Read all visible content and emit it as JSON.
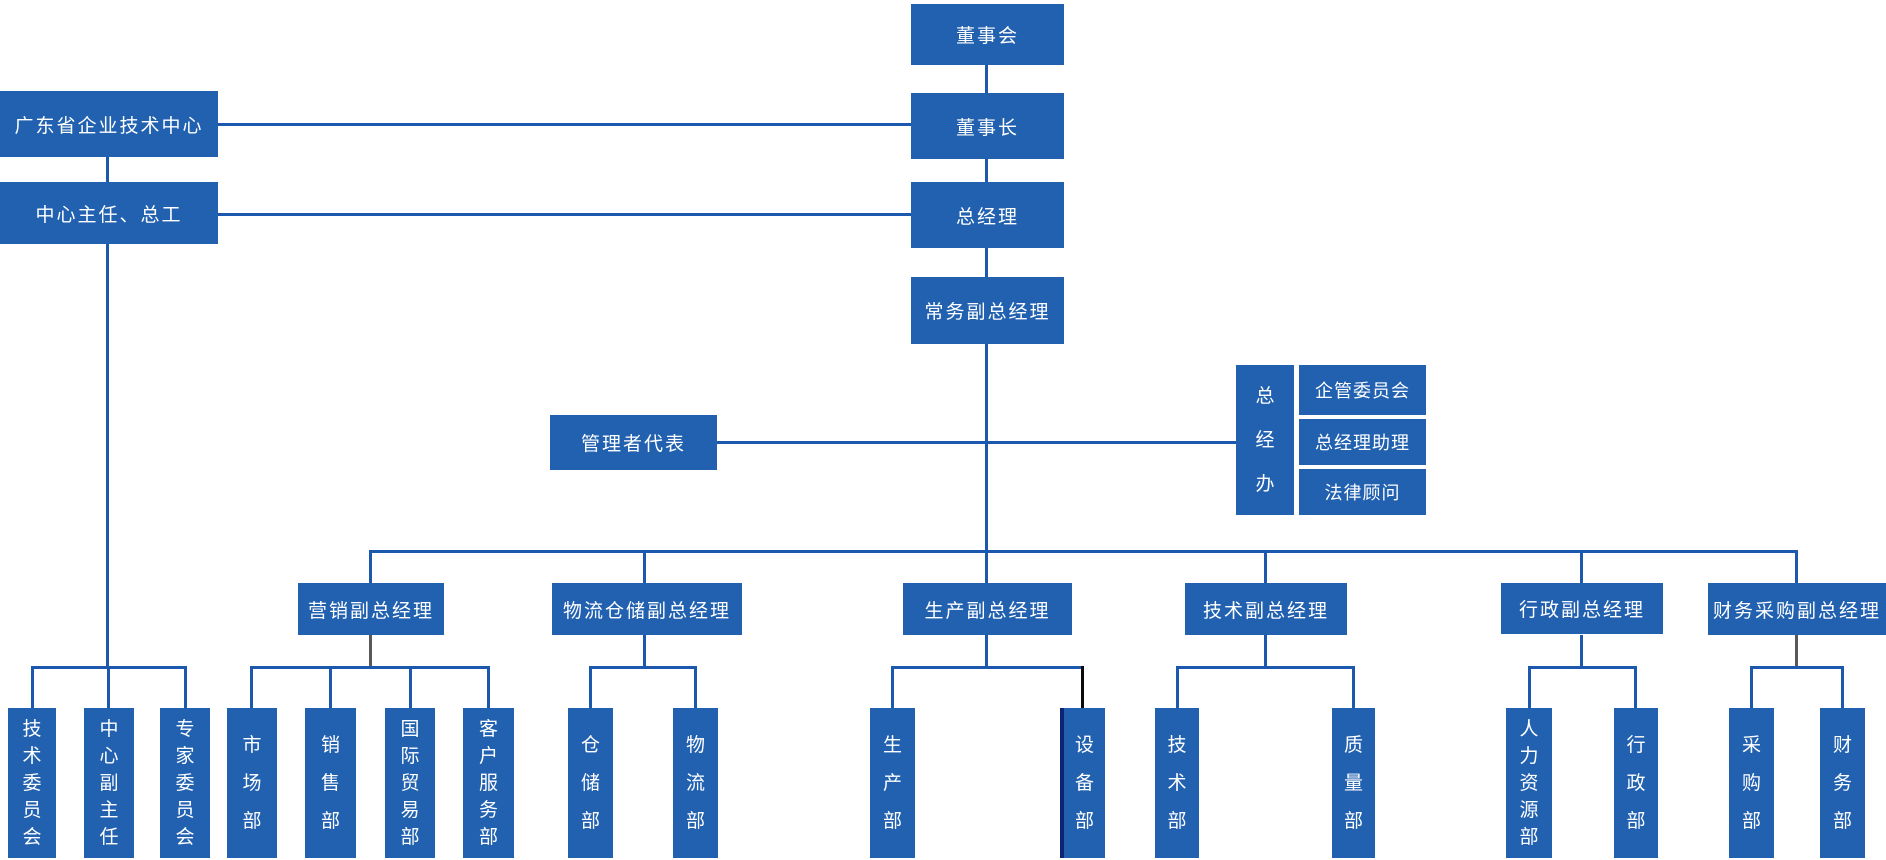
{
  "nodes": {
    "board": "董事会",
    "chairman": "董事长",
    "general_manager": "总经理",
    "executive_deputy_gm": "常务副总经理",
    "tech_center": "广东省企业技术中心",
    "center_director": "中心主任、总工",
    "management_rep": "管理者代表",
    "gm_office": "总经办",
    "enterprise_mgmt_committee": "企管委员会",
    "gm_assistant": "总经理助理",
    "legal_advisor": "法律顾问",
    "marketing_vp": "营销副总经理",
    "logistics_vp": "物流仓储副总经理",
    "production_vp": "生产副总经理",
    "technical_vp": "技术副总经理",
    "admin_vp": "行政副总经理",
    "finance_vp": "财务采购副总经理",
    "tech_committee": "技术委员会",
    "deputy_center_director": "中心副主任",
    "expert_committee": "专家委员会",
    "market_dept": "市场部",
    "sales_dept": "销售部",
    "intl_trade_dept": "国际贸易部",
    "customer_service_dept": "客户服务部",
    "warehouse_dept": "仓储部",
    "logistics_dept": "物流部",
    "production_dept": "生产部",
    "equipment_dept": "设备部",
    "technology_dept": "技术部",
    "quality_dept": "质量部",
    "hr_dept": "人力资源部",
    "admin_dept": "行政部",
    "purchasing_dept": "采购部",
    "finance_dept": "财务部"
  },
  "hierarchy_edges": [
    [
      "board",
      "chairman"
    ],
    [
      "tech_center",
      "chairman"
    ],
    [
      "chairman",
      "general_manager"
    ],
    [
      "center_director",
      "general_manager"
    ],
    [
      "general_manager",
      "executive_deputy_gm"
    ],
    [
      "executive_deputy_gm",
      "management_rep"
    ],
    [
      "executive_deputy_gm",
      "gm_office"
    ],
    [
      "gm_office",
      "enterprise_mgmt_committee"
    ],
    [
      "gm_office",
      "gm_assistant"
    ],
    [
      "gm_office",
      "legal_advisor"
    ],
    [
      "center_director",
      "tech_committee"
    ],
    [
      "center_director",
      "deputy_center_director"
    ],
    [
      "center_director",
      "expert_committee"
    ],
    [
      "executive_deputy_gm",
      "marketing_vp"
    ],
    [
      "executive_deputy_gm",
      "logistics_vp"
    ],
    [
      "executive_deputy_gm",
      "production_vp"
    ],
    [
      "executive_deputy_gm",
      "technical_vp"
    ],
    [
      "executive_deputy_gm",
      "admin_vp"
    ],
    [
      "executive_deputy_gm",
      "finance_vp"
    ],
    [
      "marketing_vp",
      "market_dept"
    ],
    [
      "marketing_vp",
      "sales_dept"
    ],
    [
      "marketing_vp",
      "intl_trade_dept"
    ],
    [
      "marketing_vp",
      "customer_service_dept"
    ],
    [
      "logistics_vp",
      "warehouse_dept"
    ],
    [
      "logistics_vp",
      "logistics_dept"
    ],
    [
      "production_vp",
      "production_dept"
    ],
    [
      "production_vp",
      "equipment_dept"
    ],
    [
      "technical_vp",
      "technology_dept"
    ],
    [
      "technical_vp",
      "quality_dept"
    ],
    [
      "admin_vp",
      "hr_dept"
    ],
    [
      "admin_vp",
      "admin_dept"
    ],
    [
      "finance_vp",
      "purchasing_dept"
    ],
    [
      "finance_vp",
      "finance_dept"
    ]
  ],
  "colors": {
    "node_blue": "#2161b0",
    "line_blue": "#1c59ae",
    "line_gray": "#58595b",
    "line_black": "#0b0b0b",
    "edge_navy": "#0d2376"
  }
}
